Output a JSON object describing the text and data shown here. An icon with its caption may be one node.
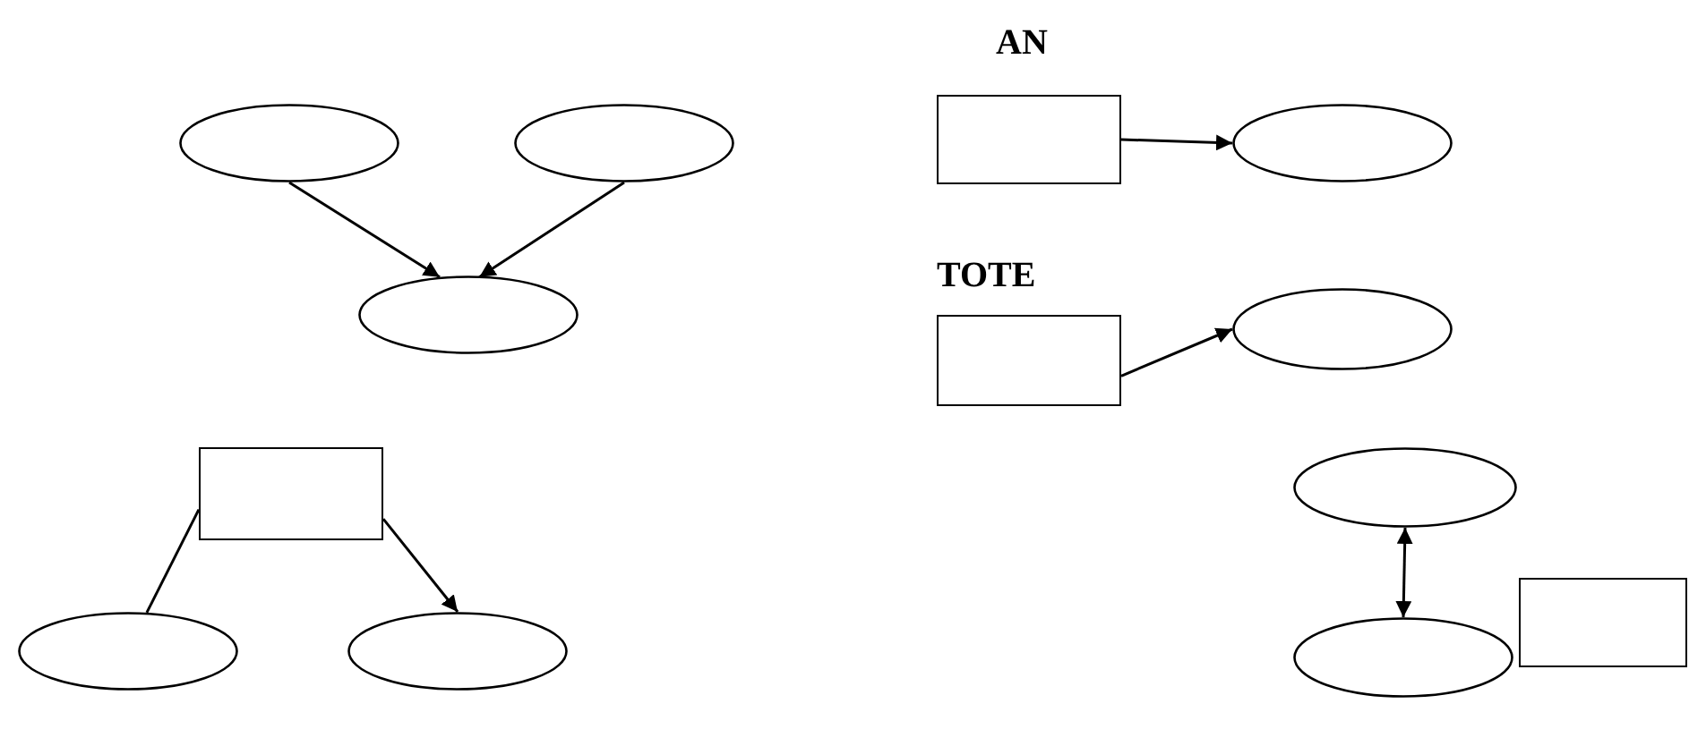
{
  "diagram": {
    "nodes": [
      {
        "text": [],
        "shape": "ellipse"
      },
      {
        "text": [],
        "shape": "ellipse"
      },
      {
        "text": [],
        "shape": "box"
      },
      {
        "text": [],
        "shape": "ellipse"
      },
      {
        "text": [],
        "shape": "ellipse"
      },
      {
        "text": [],
        "shape": "box"
      },
      {
        "text": [],
        "shape": "ellipse"
      },
      {
        "text": [],
        "shape": "box"
      },
      {
        "text": [],
        "shape": "ellipse"
      },
      {
        "text": [],
        "shape": "box"
      },
      {
        "text": [],
        "shape": "ellipse"
      },
      {
        "text": [],
        "shape": "ellipse"
      },
      {
        "text": [],
        "shape": "ellipse"
      }
    ],
    "edges": [
      {
        "from": 0,
        "to": 4,
        "arrow": "to"
      },
      {
        "from": 1,
        "to": 4,
        "arrow": "to"
      },
      {
        "from": 2,
        "to": 3,
        "arrow": "to"
      },
      {
        "from": 5,
        "to": 6,
        "arrow": "to"
      },
      {
        "from": 7,
        "to": 10,
        "arrow": "none"
      },
      {
        "from": 7,
        "to": 11,
        "arrow": "to"
      },
      {
        "from": 8,
        "to": 12,
        "arrow": "both"
      }
    ],
    "labels": [
      "AN",
      "TOTE"
    ]
  }
}
